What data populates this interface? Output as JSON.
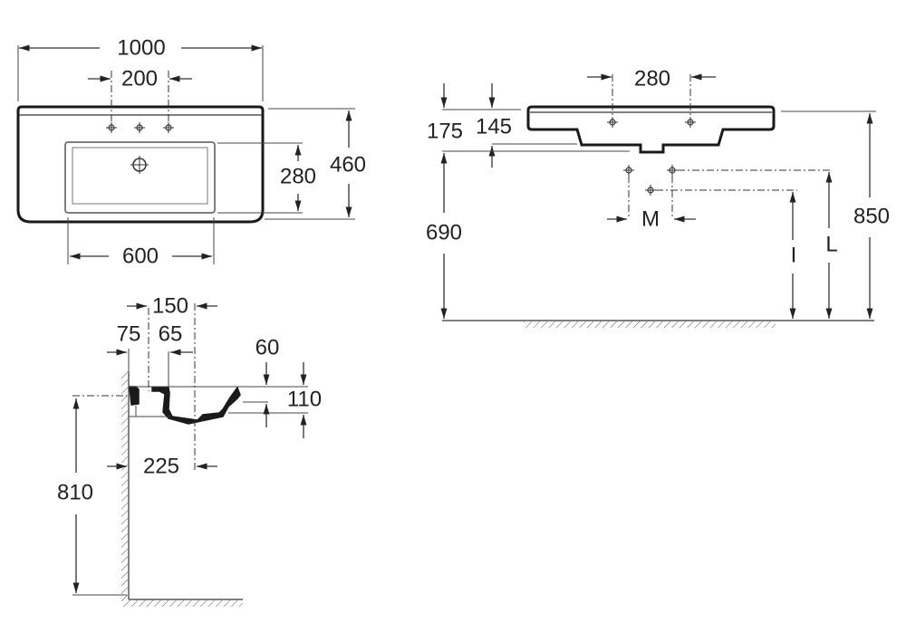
{
  "top_view": {
    "width": "1000",
    "tap_spacing": "200",
    "depth": "460",
    "bowl_depth": "280",
    "bowl_width": "600"
  },
  "front_view": {
    "tap_spacing": "280",
    "overall_height": "175",
    "rim_height": "145",
    "under_height": "690",
    "mount_height": "850",
    "label_m": "M",
    "label_l": "L",
    "label_i": "I"
  },
  "side_view": {
    "offset_150": "150",
    "offset_75": "75",
    "offset_65": "65",
    "rim_60": "60",
    "depth_110": "110",
    "projection_225": "225",
    "height_810": "810"
  }
}
